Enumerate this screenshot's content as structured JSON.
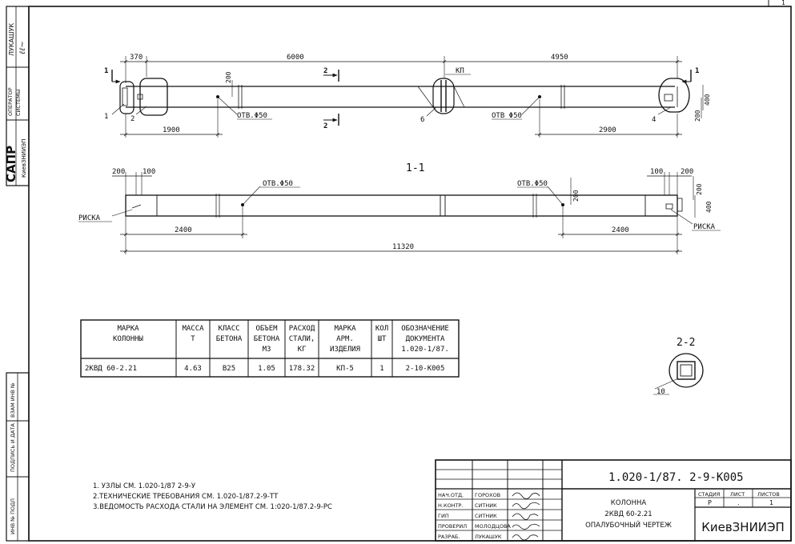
{
  "side_stamp": {
    "name": "ЛУКАШУК",
    "dept": [
      "ОПЕРАТОР",
      "СИСТЕМЫ"
    ],
    "sapr": "САПР",
    "org": "КиевЗНИИЭП",
    "fields": [
      "ВЗАМ ИНВ №",
      "ПОДПИСЬ И ДАТА",
      "ИНВ № ПОДЛ"
    ]
  },
  "plan": {
    "dims_top": [
      "370",
      "6000",
      "4950"
    ],
    "dims_bottom": [
      "1900",
      "2900"
    ],
    "dim_200": "200",
    "dim_400": "400",
    "section_mark_1": "1",
    "section_mark_2": "2",
    "kp": "КП",
    "holes": [
      "ОТВ.Φ50",
      "ОТВ Φ50"
    ],
    "leaders": [
      "1",
      "2",
      "6",
      "4"
    ]
  },
  "elevation": {
    "title": "1-1",
    "dims_top": [
      "200",
      "100",
      "100",
      "200"
    ],
    "dims_right": [
      "200",
      "200",
      "400"
    ],
    "holes": [
      "ОТВ.Φ50",
      "ОТВ.Φ50"
    ],
    "riska": "РИСКА",
    "dims_bottom": [
      "2400",
      "2400"
    ],
    "dim_total": "11320"
  },
  "table": {
    "headers": [
      [
        "МАРКА",
        "КОЛОННЫ"
      ],
      [
        "МАССА",
        "Т"
      ],
      [
        "КЛАСС",
        "БЕТОНА"
      ],
      [
        "ОБЪЕМ",
        "БЕТОНА",
        "М3"
      ],
      [
        "РАСХОД",
        "СТАЛИ,",
        "КГ"
      ],
      [
        "МАРКА",
        "АРМ.",
        "ИЗДЕЛИЯ"
      ],
      [
        "КОЛ",
        "ШТ"
      ],
      [
        "ОБОЗНАЧЕНИЕ",
        "ДОКУМЕНТА",
        "1.020-1/87."
      ]
    ],
    "row": [
      "2КВД 60-2.21",
      "4.63",
      "В25",
      "1.05",
      "178.32",
      "КП-5",
      "1",
      "2-10-К005"
    ]
  },
  "section2": {
    "title": "2-2",
    "leader": "10"
  },
  "notes": [
    "1. УЗЛЫ СМ. 1.020-1/87 2-9-У",
    "2.ТЕХНИЧЕСКИЕ ТРЕБОВАНИЯ СМ. 1.020-1/87.2-9-ТТ",
    "3.ВЕДОМОСТЬ РАСХОДА СТАЛИ НА ЭЛЕМЕНТ СМ. 1:020-1/87.2-9-РС"
  ],
  "title_block": {
    "code": "1.020-1/87. 2-9-К005",
    "roles": [
      "НАЧ.ОТД.",
      "Н.КОНТР.",
      "ГИП",
      "ПРОВЕРИЛ",
      "РАЗРАБ."
    ],
    "names": [
      "ГОРОХОВ",
      "СИТНИК",
      "СИТНИК",
      "МОЛОДЦОВА",
      "ЛУКАШУК"
    ],
    "title_lines": [
      "КОЛОННА",
      "2КВД 60-2.21",
      "ОПАЛУБОЧНЫЙ ЧЕРТЕЖ"
    ],
    "stage_header": "СТАДИЯ",
    "sheet_header": "ЛИСТ",
    "sheets_header": "ЛИСТОВ",
    "stage": "Р",
    "sheet": ".",
    "sheets": "1",
    "org": "КиевЗНИИЭП"
  },
  "page_corner": "1"
}
